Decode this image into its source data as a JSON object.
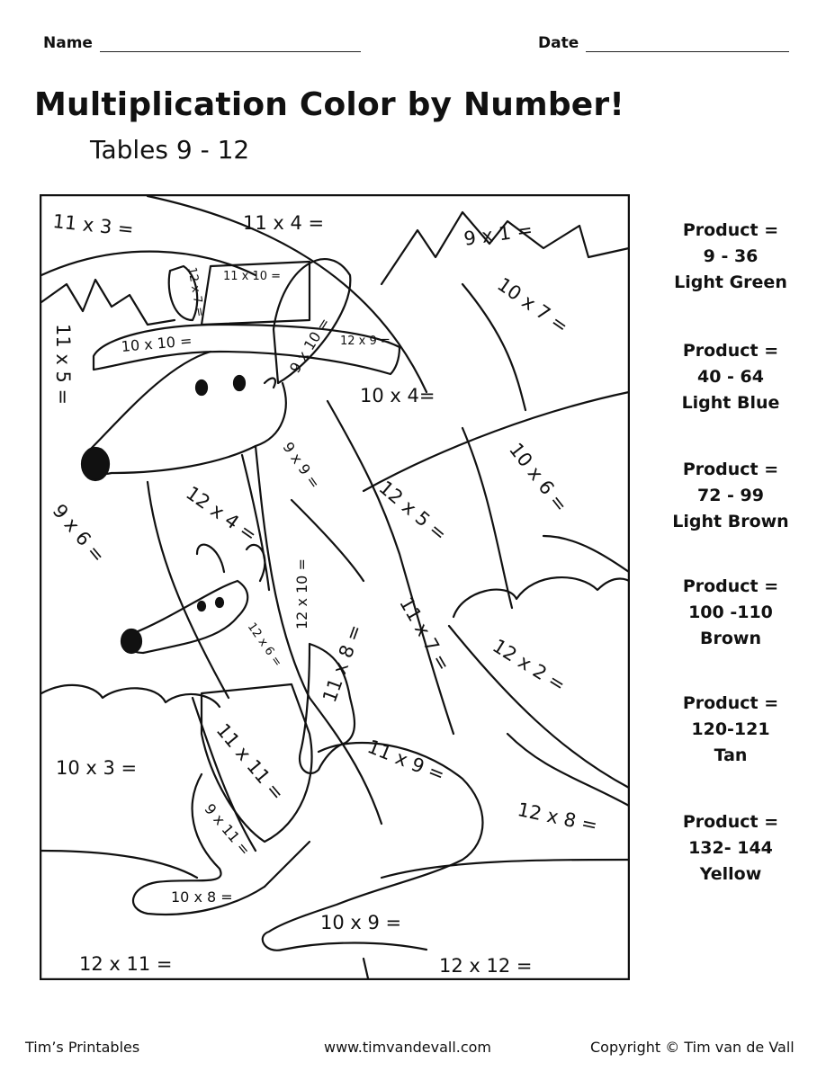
{
  "header": {
    "name_label": "Name",
    "date_label": "Date"
  },
  "title": "Multiplication Color by Number!",
  "subtitle": "Tables 9 - 12",
  "equations": {
    "e11x3": "11 x 3 =",
    "e11x4": "11 x 4 =",
    "e11x10": "11 x 10 =",
    "e12x7": "12 x 7 =",
    "e9x1": "9 x 1 =",
    "e10x7": "10 x 7 =",
    "e11x5": "11 x 5 =",
    "e10x10": "10 x 10 =",
    "e9x10": "9 x 10 =",
    "e12x9": "12 x 9 =",
    "e10x4": "10 x 4=",
    "e10x6": "10 x 6 =",
    "e9x9": "9 x 9 =",
    "e12x4": "12 x 4 =",
    "e12x5": "12 x 5 =",
    "e9x6": "9 x 6 =",
    "e12x10": "12 x 10 =",
    "e12x6": "12 x 6 =",
    "e11x8": "11 x 8 =",
    "e11x7": "11 x 7 =",
    "e12x2": "12 x 2 =",
    "e11x11": "11 x 11 =",
    "e10x3": "10 x 3 =",
    "e11x9": "11 x 9 =",
    "e9x11": "9 x 11 =",
    "e12x8": "12 x 8 =",
    "e10x8": "10 x 8 =",
    "e10x9": "10 x 9 =",
    "e12x11": "12 x 11 =",
    "e12x12": "12 x 12 ="
  },
  "key": [
    {
      "label": "Product =",
      "range": "9 - 36",
      "color": "Light Green"
    },
    {
      "label": "Product =",
      "range": "40 - 64",
      "color": "Light Blue"
    },
    {
      "label": "Product =",
      "range": "72 - 99",
      "color": "Light Brown"
    },
    {
      "label": "Product =",
      "range": "100 -110",
      "color": "Brown"
    },
    {
      "label": "Product =",
      "range": "120-121",
      "color": "Tan"
    },
    {
      "label": "Product =",
      "range": "132- 144",
      "color": "Yellow"
    }
  ],
  "footer": {
    "left": "Tim’s Printables",
    "center": "www.timvandevall.com",
    "right": "Copyright © Tim van de Vall"
  }
}
